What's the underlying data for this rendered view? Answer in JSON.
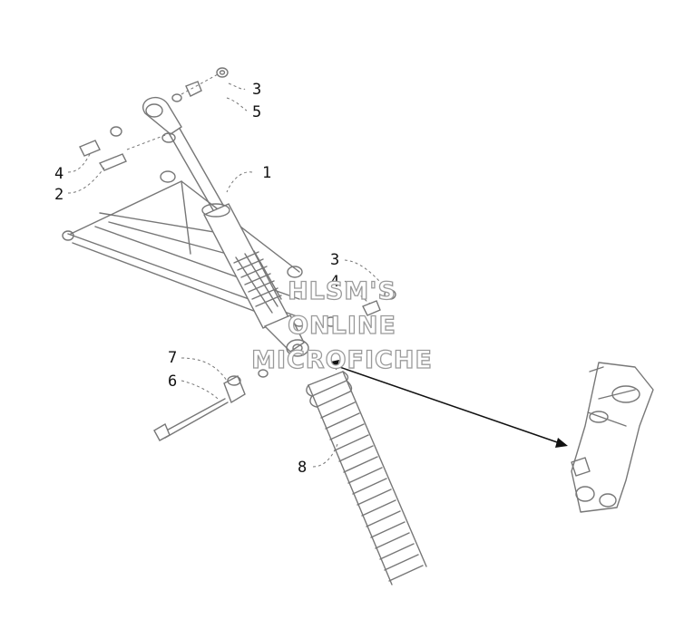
{
  "callouts": {
    "c1": "1",
    "c2": "2",
    "c3_top": "3",
    "c5": "5",
    "c4_left": "4",
    "c3_mid": "3",
    "c4_mid": "4",
    "c7": "7",
    "c6": "6",
    "c8": "8"
  },
  "watermark": {
    "line1": "HLSM'S",
    "line2": "ONLINE",
    "line3": "MICROFICHE"
  }
}
